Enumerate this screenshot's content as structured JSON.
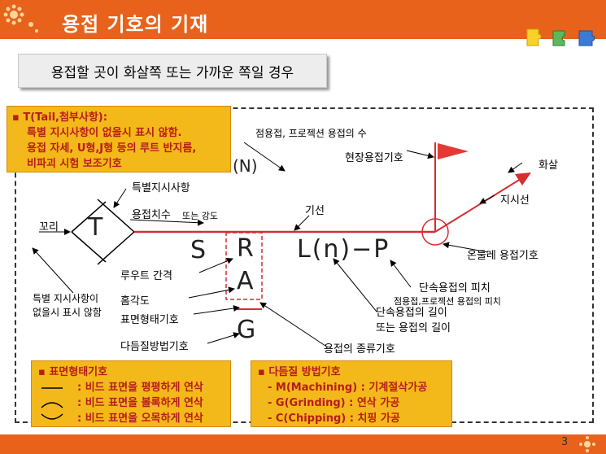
{
  "header": {
    "title": "용접 기호의 기재"
  },
  "subtitle": "용접할 곳이 화살쪽 또는 가까운 쪽일 경우",
  "tail_note": {
    "heading": "▪ T(Tail,첨부사항):",
    "lines": [
      "특별 지시사항이 없을시 표시 않함.",
      "용접 자세, U형,J형 등의 루트 반지름,",
      "비파괴 시험 보조기호"
    ]
  },
  "surface_note": {
    "heading": "▪ 표면형태기호",
    "items": [
      ": 비드 표면을 평평하게 연삭",
      ": 비드 표면을 볼록하게 연삭",
      ": 비드 표면을 오목하게 연삭"
    ]
  },
  "finish_note": {
    "heading": "▪ 다듬질 방법기호",
    "items": [
      "- M(Machining) : 기계절삭가공",
      "- G(Grinding) : 연삭 가공",
      "- C(Chipping) : 치핑 가공"
    ]
  },
  "symbols": {
    "T": "T",
    "S": "S",
    "R": "R",
    "A": "A",
    "G": "G",
    "LnP": "L(n)−P",
    "N": "(N)"
  },
  "labels": {
    "spot_count": "점용접, 프로젝션 용접의 수",
    "field_weld": "현장용접기호",
    "arrow": "화살",
    "arrow_line": "지시선",
    "reference_line": "기선",
    "special": "특별지시사항",
    "tail": "꼬리",
    "weld_size": "용접치수",
    "or_strength": "또는 강도",
    "all_around": "온둘레 용접기호",
    "root_gap": "루우트  간격",
    "groove_angle": "홈각도",
    "surface_shape": "표면형태기호",
    "finish_method": "다듬질방법기호",
    "intermittent_pitch": "단속용접의  피치",
    "spot_pitch": "점용접,프로젝션  용접의 피치",
    "intermittent_length": "단속용접의  길이",
    "or_weld_length": "또는 용접의  길이",
    "weld_type": "용접의  종류기호",
    "no_special_1": "특별 지시사항이",
    "no_special_2": "없을시 표시 않함"
  },
  "page_number": "3",
  "colors": {
    "header": "#e8621b",
    "note_fill": "#f3b81a",
    "note_text": "#b71c1c",
    "line_red": "#d32f2f"
  }
}
